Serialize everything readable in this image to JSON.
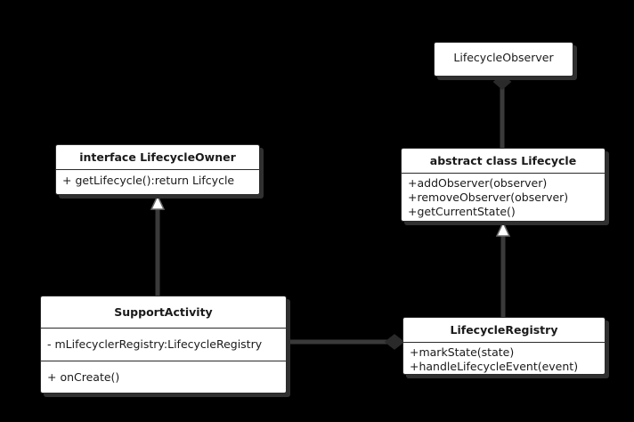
{
  "diagram": {
    "kind": "uml-class-diagram",
    "background_color": "#000000",
    "box_fill_color": "#ffffff",
    "box_border_color": "#2b2b2b",
    "shadow_color": "#303030",
    "connector_color": "#3a3a3a",
    "classes": {
      "observer": {
        "title": "LifecycleObserver",
        "members": []
      },
      "lifecycle": {
        "title": "abstract class Lifecycle",
        "members": [
          "+addObserver(observer)",
          "+removeObserver(observer)",
          "+getCurrentState()"
        ]
      },
      "owner": {
        "title": "interface LifecycleOwner",
        "members": [
          "+ getLifecycle():return Lifcycle"
        ]
      },
      "support_activity": {
        "title": "SupportActivity",
        "attributes": [
          "- mLifecyclerRegistry:LifecycleRegistry"
        ],
        "operations": [
          "+ onCreate()"
        ]
      },
      "registry": {
        "title": "LifecycleRegistry",
        "members": [
          "+markState(state)",
          "+handleLifecycleEvent(event)"
        ]
      }
    },
    "connectors": [
      {
        "name": "lifecycle-to-observer",
        "from": "lifecycle",
        "to": "observer",
        "type": "aggregation",
        "marker": "filled-diamond"
      },
      {
        "name": "registry-to-lifecycle",
        "from": "registry",
        "to": "lifecycle",
        "type": "generalization",
        "marker": "hollow-triangle"
      },
      {
        "name": "supportactivity-to-owner",
        "from": "support_activity",
        "to": "owner",
        "type": "realization",
        "marker": "hollow-triangle"
      },
      {
        "name": "supportactivity-to-registry",
        "from": "support_activity",
        "to": "registry",
        "type": "aggregation",
        "marker": "filled-diamond"
      }
    ]
  }
}
